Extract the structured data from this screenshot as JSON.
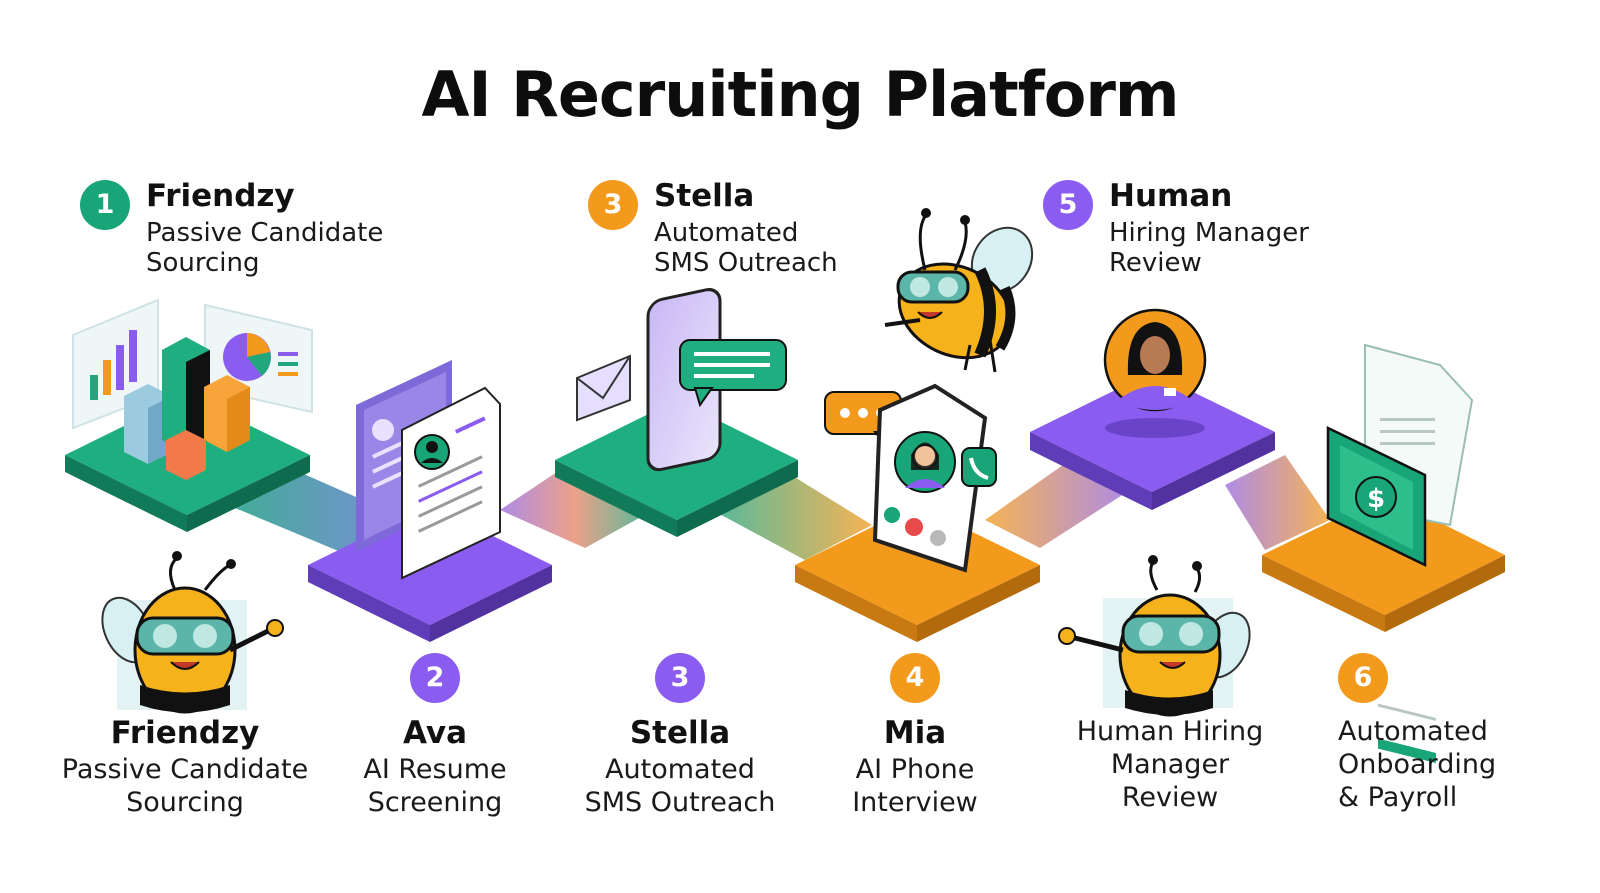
{
  "title": "AI Recruiting Platform",
  "colors": {
    "green": "#18a578",
    "purple": "#8a5cf0",
    "orange": "#f39a1c",
    "bee_yellow": "#f6b21a"
  },
  "top_steps": [
    {
      "number": "1",
      "name": "Friendzy",
      "desc": [
        "Passive Candidate",
        "Sourcing"
      ]
    },
    {
      "number": "3",
      "name": "Stella",
      "desc": [
        "Automated",
        "SMS Outreach"
      ]
    },
    {
      "number": "5",
      "name": "Human",
      "desc": [
        "Hiring Manager",
        "Review"
      ]
    }
  ],
  "bottom_steps": [
    {
      "number": "",
      "name": "Friendzy",
      "desc": [
        "Passive Candidate",
        "Sourcing"
      ]
    },
    {
      "number": "2",
      "name": "Ava",
      "desc": [
        "AI Resume",
        "Screening"
      ]
    },
    {
      "number": "3",
      "name": "Stella",
      "desc": [
        "Automated",
        "SMS Outreach"
      ]
    },
    {
      "number": "4",
      "name": "Mia",
      "desc": [
        "AI Phone",
        "Interview"
      ]
    },
    {
      "number": "",
      "name": "",
      "desc": [
        "Human Hiring",
        "Manager",
        "Review"
      ]
    },
    {
      "number": "6",
      "name": "",
      "desc": [
        "Automated",
        "Onboarding",
        "& Payroll"
      ]
    }
  ],
  "icons": [
    "analytics-dashboard-icon",
    "resume-document-icon",
    "smartphone-sms-icon",
    "phone-interview-icon",
    "hiring-manager-avatar-icon",
    "payroll-invoice-icon",
    "bee-mascot-icon"
  ]
}
